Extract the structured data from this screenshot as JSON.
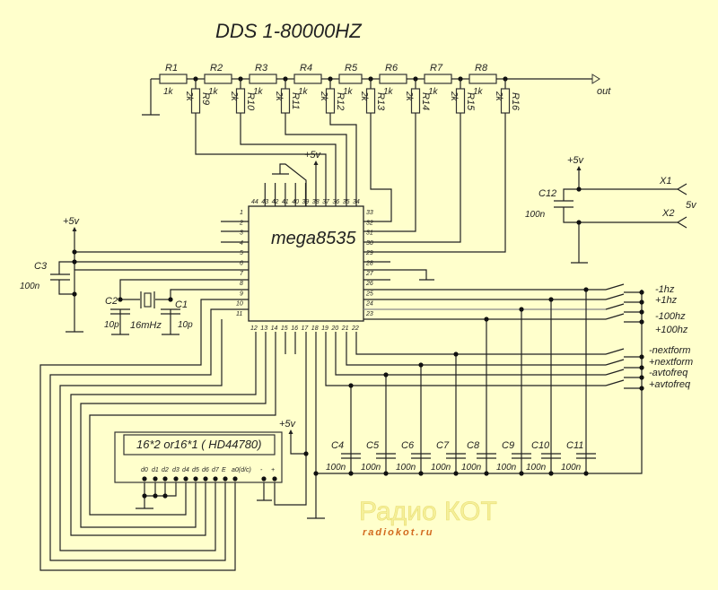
{
  "title": "DDS  1-80000HZ",
  "ladder": {
    "series": [
      {
        "ref": "R1",
        "value": "1k"
      },
      {
        "ref": "R2",
        "value": "1k"
      },
      {
        "ref": "R3",
        "value": "1k"
      },
      {
        "ref": "R4",
        "value": "1k"
      },
      {
        "ref": "R5",
        "value": "1k"
      },
      {
        "ref": "R6",
        "value": "1k"
      },
      {
        "ref": "R7",
        "value": "1k"
      },
      {
        "ref": "R8",
        "value": "1k"
      }
    ],
    "shunt": [
      {
        "ref": "R9",
        "value": "2k"
      },
      {
        "ref": "R10",
        "value": "2k"
      },
      {
        "ref": "R11",
        "value": "2k"
      },
      {
        "ref": "R12",
        "value": "2k"
      },
      {
        "ref": "R13",
        "value": "2k"
      },
      {
        "ref": "R14",
        "value": "2k"
      },
      {
        "ref": "R15",
        "value": "2k"
      },
      {
        "ref": "R16",
        "value": "2k"
      }
    ],
    "output_label": "out"
  },
  "mcu": {
    "name": "mega8535",
    "left_pins": [
      "1",
      "2",
      "3",
      "4",
      "5",
      "6",
      "7",
      "8",
      "9",
      "10",
      "11"
    ],
    "bottom_pins": [
      "12",
      "13",
      "14",
      "15",
      "16",
      "17",
      "18",
      "19",
      "20",
      "21",
      "22"
    ],
    "right_pins": [
      "33",
      "32",
      "31",
      "30",
      "29",
      "28",
      "27",
      "26",
      "25",
      "24",
      "23"
    ],
    "top_pins": [
      "44",
      "43",
      "42",
      "41",
      "40",
      "39",
      "38",
      "37",
      "36",
      "35",
      "34"
    ],
    "supply_label": "+5v"
  },
  "power": {
    "c12": {
      "ref": "C12",
      "value": "100n"
    },
    "supply_label": "+5v",
    "x1": "X1",
    "x2": "X2",
    "input_label": "5v"
  },
  "decoupling": {
    "c3": {
      "ref": "C3",
      "value": "100n"
    },
    "supply_label": "+5v"
  },
  "crystal": {
    "c1": {
      "ref": "C1",
      "value": "10p"
    },
    "c2": {
      "ref": "C2",
      "value": "10p"
    },
    "frequency": "16mHz"
  },
  "buttons": [
    "-1hz",
    "+1hz",
    "-100hz",
    "+100hz",
    "-nextform",
    "+nextform",
    "-avtofreq",
    "+avtofreq"
  ],
  "caps": [
    {
      "ref": "C4",
      "value": "100n"
    },
    {
      "ref": "C5",
      "value": "100n"
    },
    {
      "ref": "C6",
      "value": "100n"
    },
    {
      "ref": "C7",
      "value": "100n"
    },
    {
      "ref": "C8",
      "value": "100n"
    },
    {
      "ref": "C9",
      "value": "100n"
    },
    {
      "ref": "C10",
      "value": "100n"
    },
    {
      "ref": "C11",
      "value": "100n"
    }
  ],
  "lcd": {
    "label": "16*2 or16*1 ( HD44780)",
    "pins": [
      "d0",
      "d1",
      "d2",
      "d3",
      "d4",
      "d5",
      "d6",
      "d7",
      "E",
      "a0(d/c)",
      "-",
      "+"
    ],
    "supply_label": "+5v"
  },
  "watermark": {
    "line1": "Радио КОТ",
    "line2": "radiokot.ru"
  }
}
